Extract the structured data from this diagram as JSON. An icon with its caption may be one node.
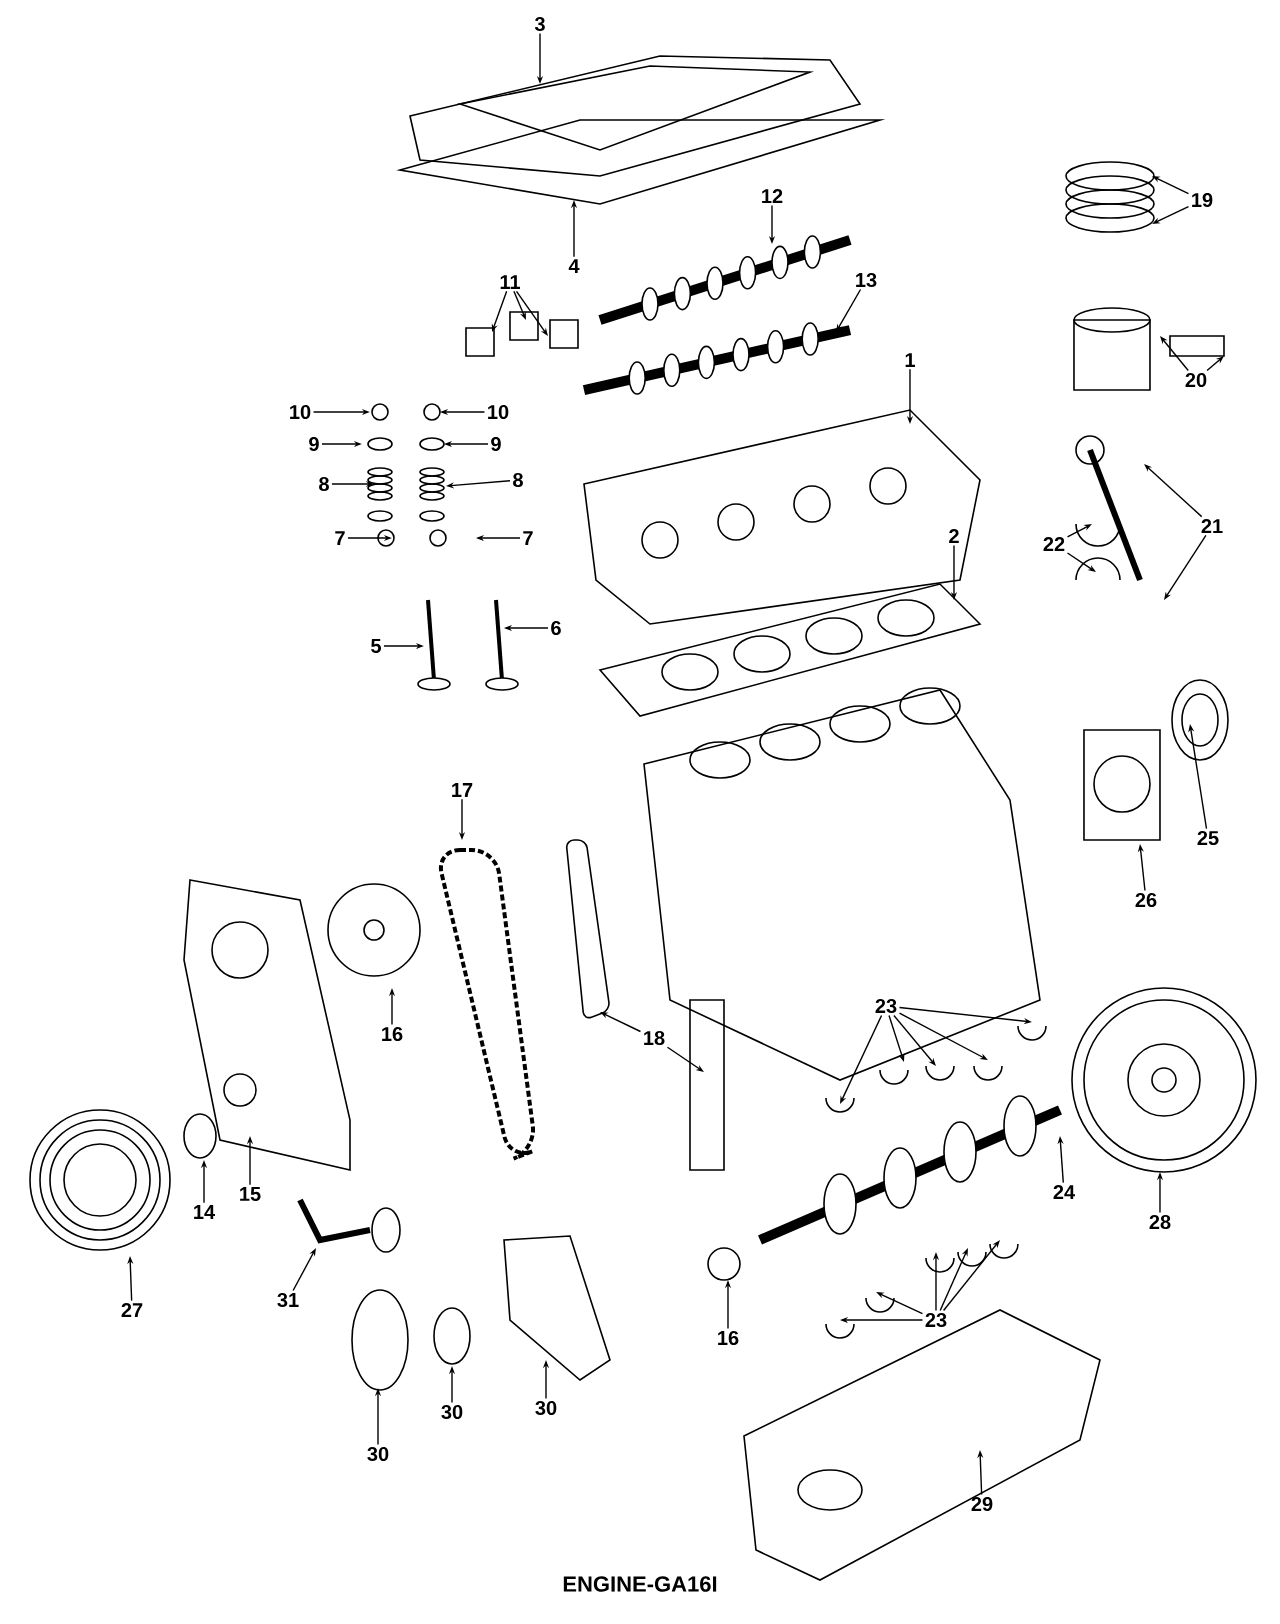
{
  "diagram": {
    "caption": "ENGINE-GA16I",
    "nodes": [
      {
        "text": [
          "3"
        ]
      },
      {
        "text": [
          "19"
        ]
      },
      {
        "text": [
          "12"
        ]
      },
      {
        "text": [
          "4"
        ]
      },
      {
        "text": [
          "11"
        ]
      },
      {
        "text": [
          "13"
        ]
      },
      {
        "text": [
          "1"
        ]
      },
      {
        "text": [
          "20"
        ]
      },
      {
        "text": [
          "10"
        ]
      },
      {
        "text": [
          "10"
        ]
      },
      {
        "text": [
          "9"
        ]
      },
      {
        "text": [
          "9"
        ]
      },
      {
        "text": [
          "8"
        ]
      },
      {
        "text": [
          "8"
        ]
      },
      {
        "text": [
          "21"
        ]
      },
      {
        "text": [
          "7"
        ]
      },
      {
        "text": [
          "7"
        ]
      },
      {
        "text": [
          "2"
        ]
      },
      {
        "text": [
          "22"
        ]
      },
      {
        "text": [
          "6"
        ]
      },
      {
        "text": [
          "5"
        ]
      },
      {
        "text": [
          "17"
        ]
      },
      {
        "text": [
          "25"
        ]
      },
      {
        "text": [
          "26"
        ]
      },
      {
        "text": [
          "16"
        ]
      },
      {
        "text": [
          "18"
        ]
      },
      {
        "text": [
          "23"
        ]
      },
      {
        "text": [
          "15"
        ]
      },
      {
        "text": [
          "14"
        ]
      },
      {
        "text": [
          "24"
        ]
      },
      {
        "text": [
          "28"
        ]
      },
      {
        "text": [
          "27"
        ]
      },
      {
        "text": [
          "31"
        ]
      },
      {
        "text": [
          "16"
        ]
      },
      {
        "text": [
          "23"
        ]
      },
      {
        "text": [
          "30"
        ]
      },
      {
        "text": [
          "30"
        ]
      },
      {
        "text": [
          "30"
        ]
      },
      {
        "text": [
          "29"
        ]
      }
    ],
    "edges": [
      {
        "from": 0,
        "to": null,
        "arrow": "to"
      },
      {
        "from": 1,
        "to": null,
        "arrow": "to"
      },
      {
        "from": 1,
        "to": null,
        "arrow": "to"
      },
      {
        "from": 2,
        "to": null,
        "arrow": "to"
      },
      {
        "from": 3,
        "to": null,
        "arrow": "to"
      },
      {
        "from": 4,
        "to": null,
        "arrow": "to"
      },
      {
        "from": 4,
        "to": null,
        "arrow": "to"
      },
      {
        "from": 4,
        "to": null,
        "arrow": "to"
      },
      {
        "from": 5,
        "to": null,
        "arrow": "to"
      },
      {
        "from": 6,
        "to": null,
        "arrow": "to"
      },
      {
        "from": 7,
        "to": null,
        "arrow": "to"
      },
      {
        "from": 7,
        "to": null,
        "arrow": "to"
      },
      {
        "from": 8,
        "to": null,
        "arrow": "to"
      },
      {
        "from": 9,
        "to": null,
        "arrow": "to"
      },
      {
        "from": 10,
        "to": null,
        "arrow": "to"
      },
      {
        "from": 11,
        "to": null,
        "arrow": "to"
      },
      {
        "from": 12,
        "to": null,
        "arrow": "to"
      },
      {
        "from": 13,
        "to": null,
        "arrow": "to"
      },
      {
        "from": 14,
        "to": null,
        "arrow": "to"
      },
      {
        "from": 14,
        "to": null,
        "arrow": "to"
      },
      {
        "from": 15,
        "to": null,
        "arrow": "to"
      },
      {
        "from": 16,
        "to": null,
        "arrow": "to"
      },
      {
        "from": 17,
        "to": null,
        "arrow": "to"
      },
      {
        "from": 18,
        "to": null,
        "arrow": "to"
      },
      {
        "from": 18,
        "to": null,
        "arrow": "to"
      },
      {
        "from": 19,
        "to": null,
        "arrow": "to"
      },
      {
        "from": 20,
        "to": null,
        "arrow": "to"
      },
      {
        "from": 21,
        "to": null,
        "arrow": "to"
      },
      {
        "from": 22,
        "to": null,
        "arrow": "to"
      },
      {
        "from": 23,
        "to": null,
        "arrow": "to"
      },
      {
        "from": 24,
        "to": null,
        "arrow": "to"
      },
      {
        "from": 25,
        "to": null,
        "arrow": "to"
      },
      {
        "from": 25,
        "to": null,
        "arrow": "to"
      },
      {
        "from": 26,
        "to": null,
        "arrow": "to"
      },
      {
        "from": 26,
        "to": null,
        "arrow": "to"
      },
      {
        "from": 26,
        "to": null,
        "arrow": "to"
      },
      {
        "from": 26,
        "to": null,
        "arrow": "to"
      },
      {
        "from": 26,
        "to": null,
        "arrow": "to"
      },
      {
        "from": 27,
        "to": null,
        "arrow": "to"
      },
      {
        "from": 28,
        "to": null,
        "arrow": "to"
      },
      {
        "from": 29,
        "to": null,
        "arrow": "to"
      },
      {
        "from": 30,
        "to": null,
        "arrow": "to"
      },
      {
        "from": 31,
        "to": null,
        "arrow": "to"
      },
      {
        "from": 32,
        "to": null,
        "arrow": "to"
      },
      {
        "from": 33,
        "to": null,
        "arrow": "to"
      },
      {
        "from": 34,
        "to": null,
        "arrow": "to"
      },
      {
        "from": 34,
        "to": null,
        "arrow": "to"
      },
      {
        "from": 34,
        "to": null,
        "arrow": "to"
      },
      {
        "from": 34,
        "to": null,
        "arrow": "to"
      },
      {
        "from": 34,
        "to": null,
        "arrow": "to"
      },
      {
        "from": 35,
        "to": null,
        "arrow": "to"
      },
      {
        "from": 36,
        "to": null,
        "arrow": "to"
      },
      {
        "from": 37,
        "to": null,
        "arrow": "to"
      },
      {
        "from": 38,
        "to": null,
        "arrow": "to"
      }
    ]
  }
}
